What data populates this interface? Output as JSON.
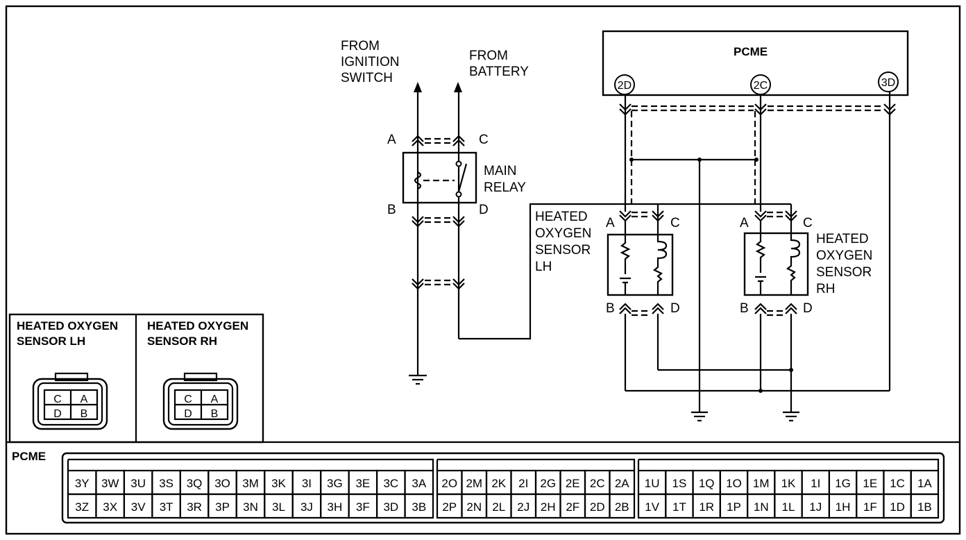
{
  "upper": {
    "from_ignition": [
      "FROM",
      "IGNITION",
      "SWITCH"
    ],
    "from_battery": [
      "FROM",
      "BATTERY"
    ],
    "pcme_title": "PCME",
    "pcme_terminals": [
      "2D",
      "2C",
      "3D"
    ],
    "main_relay": {
      "label": [
        "MAIN",
        "RELAY"
      ],
      "pins": {
        "a": "A",
        "b": "B",
        "c": "C",
        "d": "D"
      }
    },
    "sensor_lh": {
      "label": [
        "HEATED",
        "OXYGEN",
        "SENSOR",
        "LH"
      ],
      "pins": {
        "a": "A",
        "b": "B",
        "c": "C",
        "d": "D"
      }
    },
    "sensor_rh": {
      "label": [
        "HEATED",
        "OXYGEN",
        "SENSOR",
        "RH"
      ],
      "pins": {
        "a": "A",
        "b": "B",
        "c": "C",
        "d": "D"
      }
    }
  },
  "connectors": {
    "lh": {
      "title": [
        "HEATED OXYGEN",
        "SENSOR LH"
      ],
      "pins": [
        "C",
        "A",
        "D",
        "B"
      ]
    },
    "rh": {
      "title": [
        "HEATED OXYGEN",
        "SENSOR RH"
      ],
      "pins": [
        "C",
        "A",
        "D",
        "B"
      ]
    }
  },
  "pcme_connector": {
    "label": "PCME",
    "blocks": [
      {
        "top": [
          "3Y",
          "3W",
          "3U",
          "3S",
          "3Q",
          "3O",
          "3M",
          "3K",
          "3I",
          "3G",
          "3E",
          "3C",
          "3A"
        ],
        "bottom": [
          "3Z",
          "3X",
          "3V",
          "3T",
          "3R",
          "3P",
          "3N",
          "3L",
          "3J",
          "3H",
          "3F",
          "3D",
          "3B"
        ]
      },
      {
        "top": [
          "2O",
          "2M",
          "2K",
          "2I",
          "2G",
          "2E",
          "2C",
          "2A"
        ],
        "bottom": [
          "2P",
          "2N",
          "2L",
          "2J",
          "2H",
          "2F",
          "2D",
          "2B"
        ]
      },
      {
        "top": [
          "1U",
          "1S",
          "1Q",
          "1O",
          "1M",
          "1K",
          "1I",
          "1G",
          "1E",
          "1C",
          "1A"
        ],
        "bottom": [
          "1V",
          "1T",
          "1R",
          "1P",
          "1N",
          "1L",
          "1J",
          "1H",
          "1F",
          "1D",
          "1B"
        ]
      }
    ]
  }
}
